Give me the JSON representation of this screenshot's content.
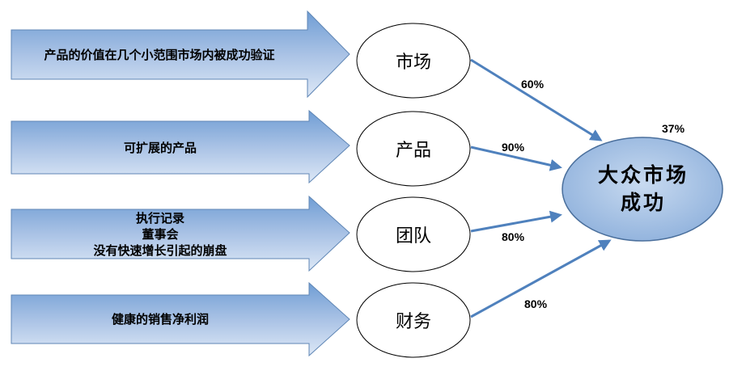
{
  "rows": [
    {
      "condition": [
        "产品的价值在几个小范围市场内被成功验证"
      ],
      "factor": "市场",
      "percent": "60%"
    },
    {
      "condition": [
        "可扩展的产品"
      ],
      "factor": "产品",
      "percent": "90%"
    },
    {
      "condition": [
        "执行记录",
        "董事会",
        "没有快速增长引起的崩盘"
      ],
      "factor": "团队",
      "percent": "80%"
    },
    {
      "condition": [
        "健康的销售净利润"
      ],
      "factor": "财务",
      "percent": "80%"
    }
  ],
  "target": {
    "line1": "大众市场",
    "line2": "成功",
    "percent": "37%"
  },
  "colors": {
    "arrow_fill_top": "#6f9dd4",
    "arrow_fill_bottom": "#dde8f6",
    "arrow_stroke": "#5f86b5",
    "connector": "#4f81bd",
    "target_fill": "#a9c4e6",
    "target_stroke": "#4a6f9c"
  }
}
